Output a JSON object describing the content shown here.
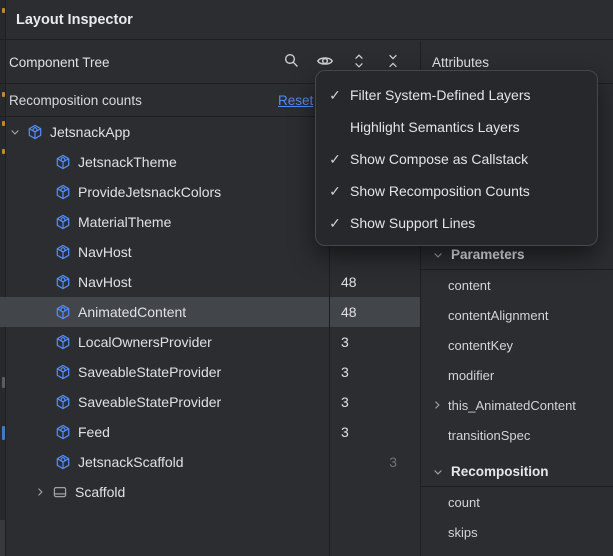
{
  "window": {
    "title": "Layout Inspector"
  },
  "component_tree": {
    "header": "Component Tree",
    "toolbar_icons": [
      "search",
      "view-options-eye",
      "expand-all",
      "collapse-all"
    ],
    "recomposition_label": "Recomposition counts",
    "reset_label": "Reset",
    "rows": [
      {
        "label": "JetsnackApp",
        "level": 0,
        "chevron": "down",
        "icon": "compose",
        "count": "",
        "selected": false
      },
      {
        "label": "JetsnackTheme",
        "level": 1,
        "chevron": "none",
        "icon": "compose",
        "count": "",
        "selected": false
      },
      {
        "label": "ProvideJetsnackColors",
        "level": 1,
        "chevron": "none",
        "icon": "compose",
        "count": "",
        "selected": false
      },
      {
        "label": "MaterialTheme",
        "level": 1,
        "chevron": "none",
        "icon": "compose",
        "count": "",
        "selected": false
      },
      {
        "label": "NavHost",
        "level": 1,
        "chevron": "none",
        "icon": "compose",
        "count": "",
        "selected": false
      },
      {
        "label": "NavHost",
        "level": 1,
        "chevron": "none",
        "icon": "compose",
        "count": "48",
        "selected": false
      },
      {
        "label": "AnimatedContent",
        "level": 1,
        "chevron": "none",
        "icon": "compose",
        "count": "48",
        "selected": true
      },
      {
        "label": "LocalOwnersProvider",
        "level": 1,
        "chevron": "none",
        "icon": "compose",
        "count": "3",
        "selected": false
      },
      {
        "label": "SaveableStateProvider",
        "level": 1,
        "chevron": "none",
        "icon": "compose",
        "count": "3",
        "selected": false
      },
      {
        "label": "SaveableStateProvider",
        "level": 1,
        "chevron": "none",
        "icon": "compose",
        "count": "3",
        "selected": false
      },
      {
        "label": "Feed",
        "level": 1,
        "chevron": "none",
        "icon": "compose",
        "count": "3",
        "selected": false
      },
      {
        "label": "JetsnackScaffold",
        "level": 1,
        "chevron": "none",
        "icon": "compose",
        "count": "3",
        "selected": false,
        "count_dim": true
      },
      {
        "label": "Scaffold",
        "level": 1,
        "chevron": "right",
        "icon": "scaffold",
        "count": "",
        "selected": false
      }
    ]
  },
  "view_options_menu": {
    "items": [
      {
        "label": "Filter System-Defined Layers",
        "checked": true
      },
      {
        "label": "Highlight Semantics Layers",
        "checked": false
      },
      {
        "label": "Show Compose as Callstack",
        "checked": true
      },
      {
        "label": "Show Recomposition Counts",
        "checked": true
      },
      {
        "label": "Show Support Lines",
        "checked": true
      }
    ]
  },
  "attributes": {
    "header": "Attributes",
    "sections": [
      {
        "title": "Parameters",
        "items": [
          {
            "label": "content",
            "expandable": false
          },
          {
            "label": "contentAlignment",
            "expandable": false
          },
          {
            "label": "contentKey",
            "expandable": false
          },
          {
            "label": "modifier",
            "expandable": false
          },
          {
            "label": "this_AnimatedContent",
            "expandable": true
          },
          {
            "label": "transitionSpec",
            "expandable": false
          }
        ]
      },
      {
        "title": "Recomposition",
        "items": [
          {
            "label": "count",
            "expandable": false
          },
          {
            "label": "skips",
            "expandable": false
          }
        ]
      }
    ]
  },
  "colors": {
    "accent_blue": "#548af7",
    "selection_bg": "#424549",
    "panel_bg": "#2b2d30",
    "popup_bg": "#26282c",
    "divider": "#1e1f22",
    "dim_count": "#6e7277"
  }
}
